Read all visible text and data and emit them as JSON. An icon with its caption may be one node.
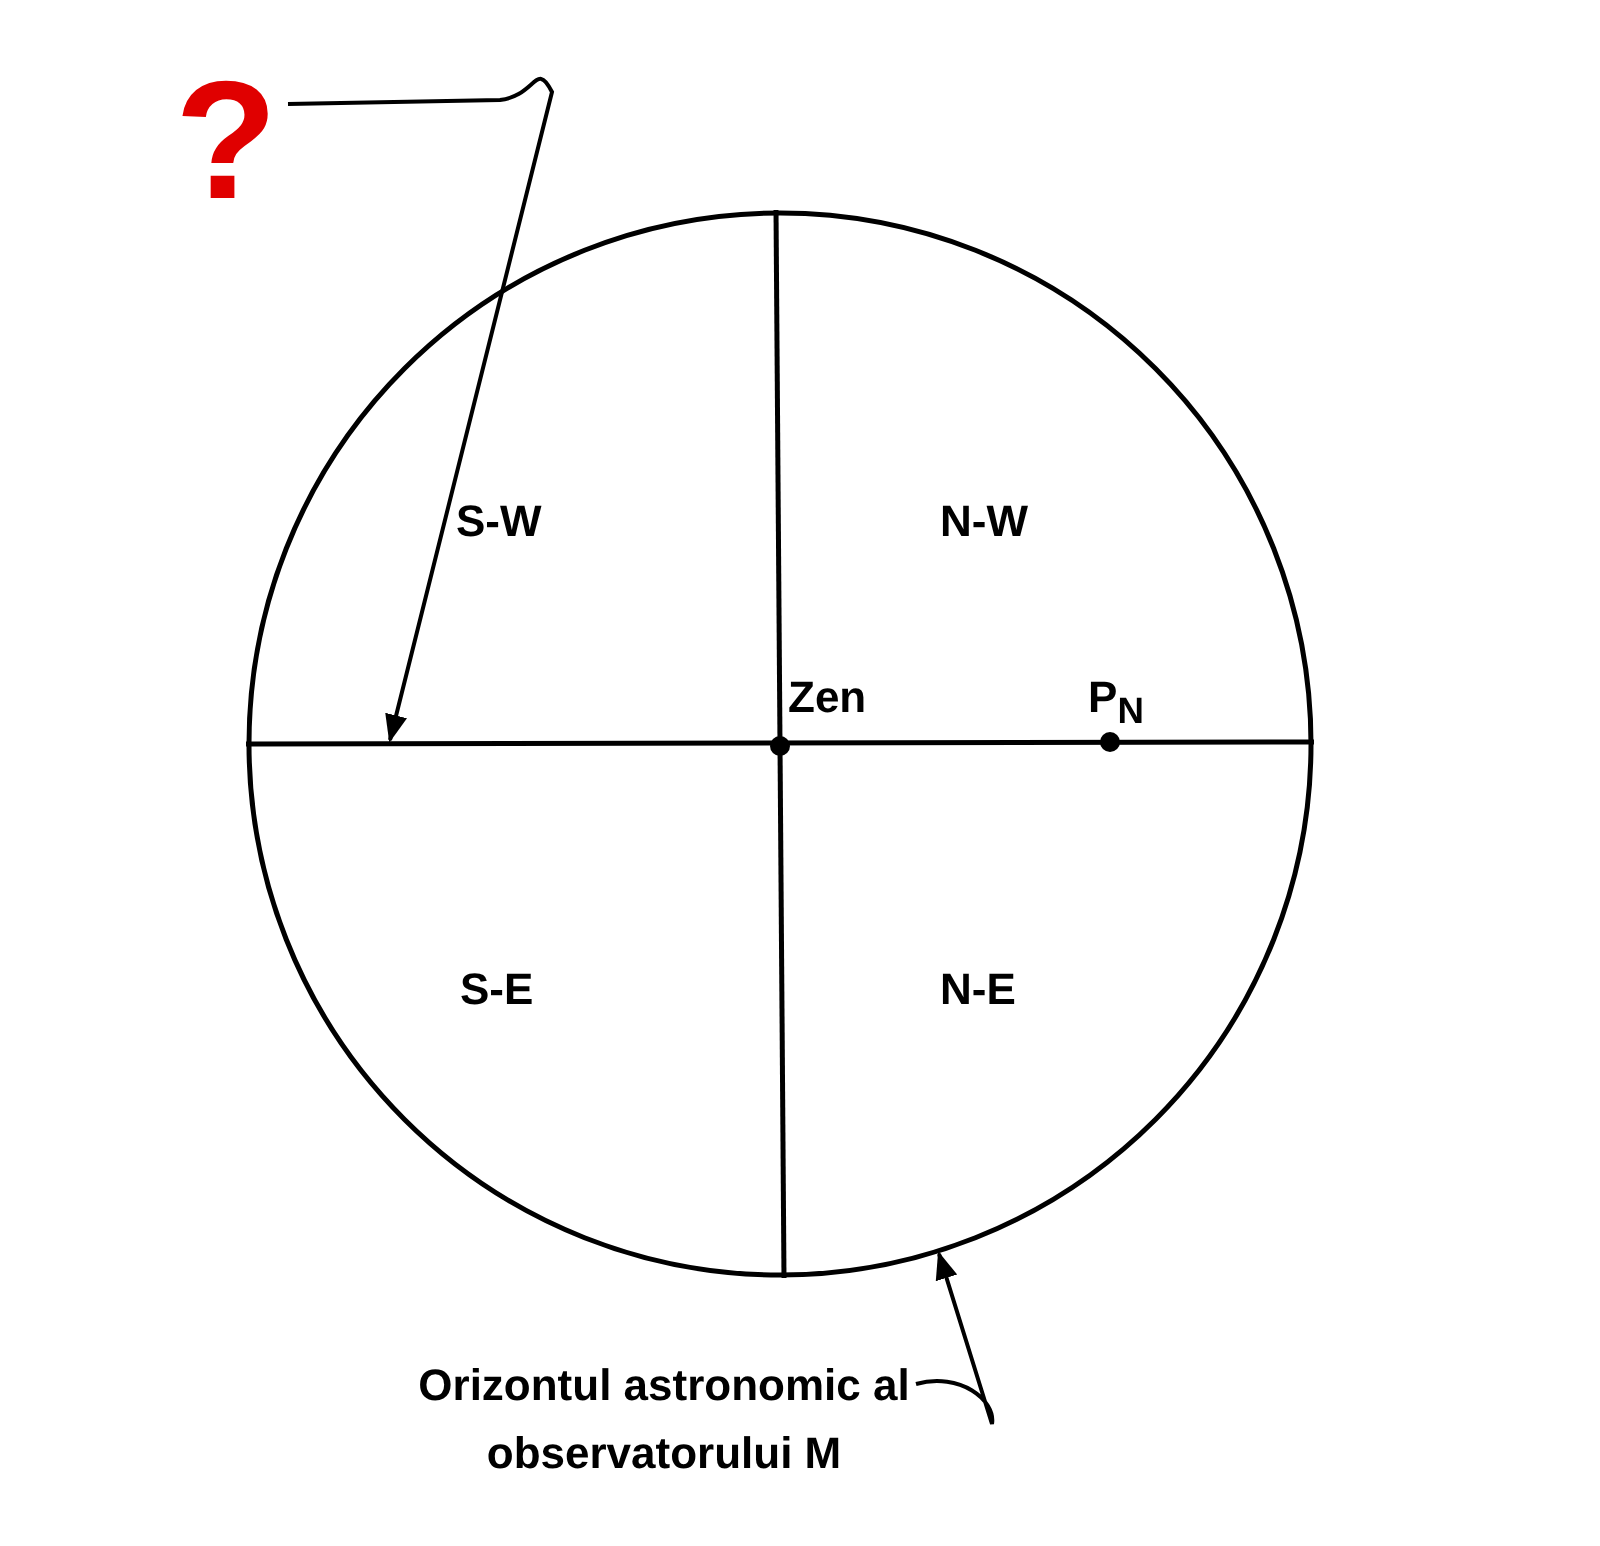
{
  "diagram": {
    "nodes": [
      {
        "text": [
          "?"
        ]
      },
      {
        "text": [
          "Orizontul astronomic al observatorului M"
        ]
      },
      {
        "text": [],
        "shape": "circle"
      }
    ],
    "edges": [
      {
        "from": 0,
        "to": 2,
        "arrow": "to"
      },
      {
        "from": 1,
        "to": 2,
        "arrow": "to"
      }
    ],
    "labels": [
      "S-W",
      "N-W",
      "Zen",
      "P$_{N}$",
      "S-E",
      "N-E"
    ]
  }
}
